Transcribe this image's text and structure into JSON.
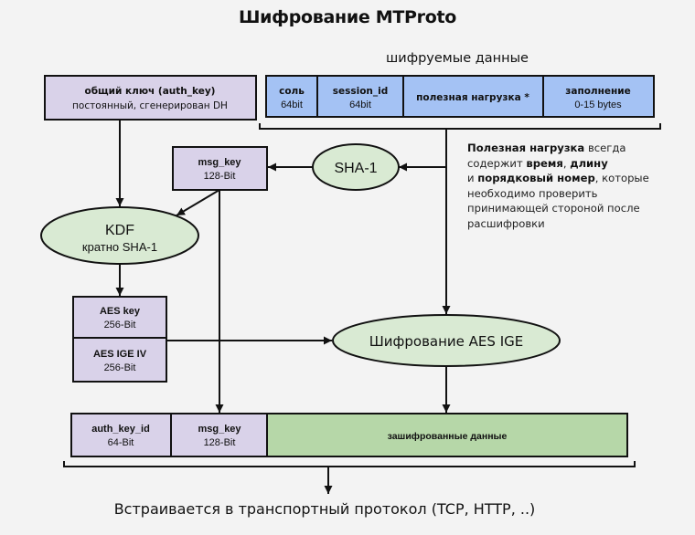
{
  "title": "Шифрование MTProto",
  "encrypted_data_label": "шифруемые данные",
  "plaintext_fields": [
    {
      "name": "соль",
      "size": "64bit"
    },
    {
      "name": "session_id",
      "size": "64bit"
    },
    {
      "name": "полезная нагрузка *",
      "size": ""
    },
    {
      "name": "заполнение",
      "size": "0-15 bytes"
    }
  ],
  "auth_key": {
    "name": "общий ключ (auth_key)",
    "desc": "постоянный, сгенерирован DH"
  },
  "msg_key": {
    "name": "msg_key",
    "size": "128-Bit"
  },
  "sha1": {
    "label": "SHA-1"
  },
  "kdf": {
    "label": "KDF",
    "sub": "кратно SHA-1"
  },
  "aes_key": {
    "name": "AES key",
    "size": "256-Bit"
  },
  "aes_iv": {
    "name": "AES IGE IV",
    "size": "256-Bit"
  },
  "aes_ige": {
    "label": "Шифрование AES IGE"
  },
  "note": {
    "part1_bold": "Полезная нагрузка",
    "part2": " всегда содержит ",
    "part3_bold": "время",
    "part4": ", ",
    "part5_bold": "длину",
    "part6": " и ",
    "part7_bold": "порядковый номер",
    "part8": ", которые необходимо проверить принимающей стороной после расшифровки"
  },
  "output_fields": [
    {
      "name": "auth_key_id",
      "size": "64-Bit"
    },
    {
      "name": "msg_key",
      "size": "128-Bit"
    },
    {
      "name": "зашифрованные данные",
      "size": ""
    }
  ],
  "transport_label": "Встраивается в транспортный протокол (TCP, HTTP, ..)",
  "colors": {
    "background": "#f3f3f3",
    "plaintext_fill": "#a4c2f4",
    "key_fill": "#d9d2e9",
    "process_fill": "#d9ead3",
    "ciphertext_fill": "#b6d7a8",
    "stroke": "#111111"
  }
}
